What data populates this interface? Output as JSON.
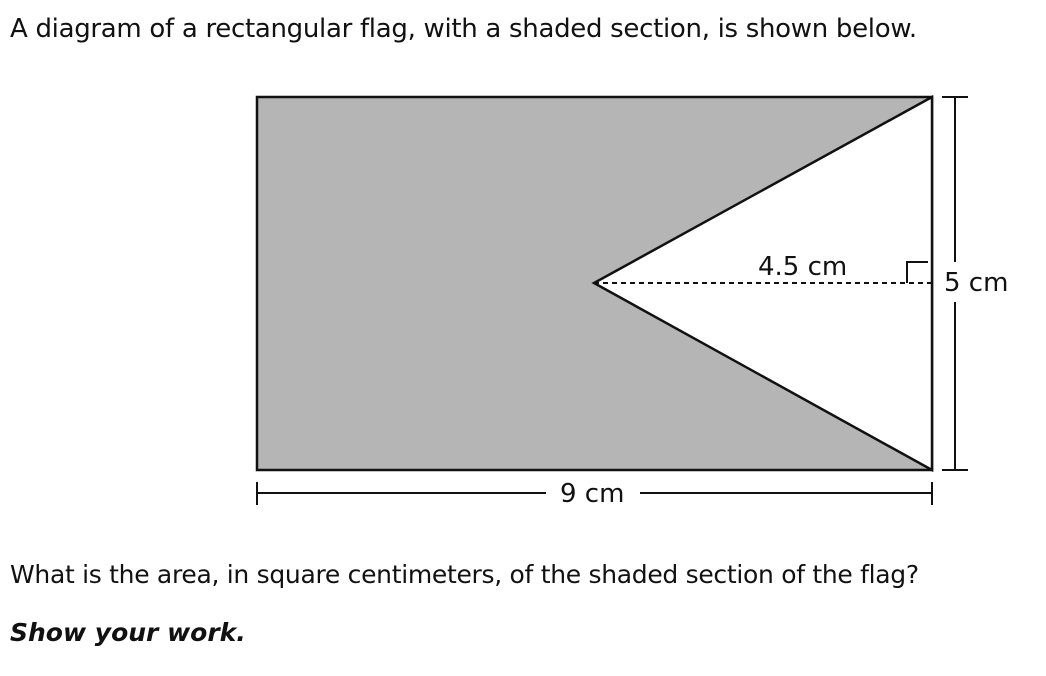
{
  "problem": {
    "intro": "A diagram of a rectangular flag, with a shaded section, is shown below.",
    "question": "What is the area, in square centimeters, of the shaded section of the flag?",
    "instruction": "Show your work."
  },
  "diagram": {
    "labels": {
      "triangle_height": "4.5 cm",
      "flag_width": "5 cm",
      "flag_length": "9 cm"
    },
    "colors": {
      "shaded": "#b5b5b5",
      "unshaded": "#ffffff",
      "stroke": "#111111"
    }
  }
}
